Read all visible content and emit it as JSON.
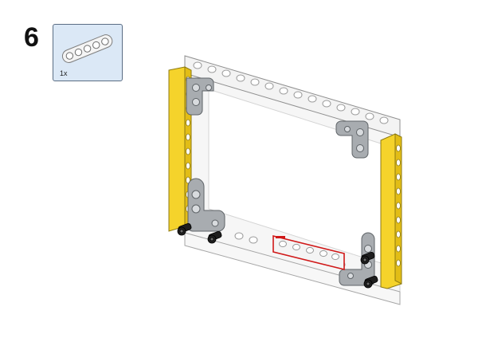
{
  "step": {
    "number": "6"
  },
  "parts": [
    {
      "name": "technic-beam-5",
      "quantity": "1x",
      "color": "#f2f2f2"
    }
  ],
  "colors": {
    "callout_bg": "#dbe8f6",
    "beam_white": "#f4f4f4",
    "beam_yellow": "#f5d32b",
    "connector_grey": "#a8acb0",
    "pin_black": "#1e1e1e",
    "highlight_red": "#d01818"
  }
}
